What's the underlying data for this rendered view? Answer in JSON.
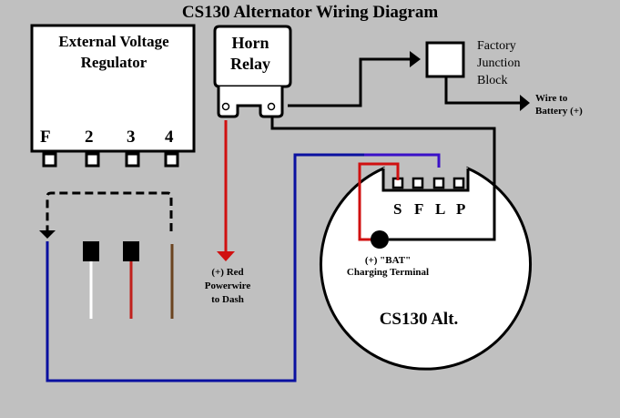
{
  "title": "CS130 Alternator Wiring Diagram",
  "regulator": {
    "title_line1": "External Voltage",
    "title_line2": "Regulator",
    "pins": [
      "F",
      "2",
      "3",
      "4"
    ]
  },
  "horn_relay": {
    "line1": "Horn",
    "line2": "Relay"
  },
  "junction_block": {
    "line1": "Factory",
    "line2": "Junction",
    "line3": "Block"
  },
  "battery_wire": {
    "line1": "Wire to",
    "line2": "Battery (+)"
  },
  "power_wire": {
    "line1": "(+) Red",
    "line2": "Powerwire",
    "line3": "to Dash"
  },
  "alternator": {
    "name": "CS130 Alt.",
    "terminals": [
      "S",
      "F",
      "L",
      "P"
    ],
    "bat_label": "(+) \"BAT\"",
    "charging_label": "Charging Terminal"
  },
  "connector_wires": [
    {
      "name": "white",
      "color": "#ffffff"
    },
    {
      "name": "red",
      "color": "#c0201c"
    },
    {
      "name": "brown",
      "color": "#6b4420"
    }
  ],
  "colors": {
    "background": "#c0c0c0",
    "blue_wire": "#0a10a0",
    "purple_wire": "#3a10c8",
    "red_wire": "#d01010",
    "black_wire": "#000000"
  }
}
